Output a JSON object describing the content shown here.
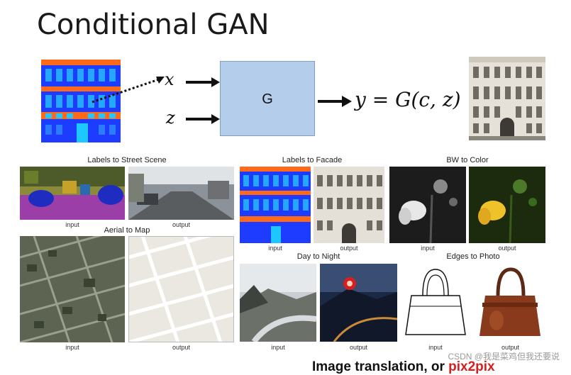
{
  "slide": {
    "title": "Conditional GAN",
    "formula_x": "x",
    "formula_z": "z",
    "generator_label": "G",
    "formula_output": "y = G(c, z)",
    "bottom_text_prefix": "Image translation, or ",
    "bottom_text_highlight": "pix2pix"
  },
  "panels": [
    {
      "caption": "Labels to Street Scene",
      "input": "input",
      "output": "output"
    },
    {
      "caption": "Labels to Facade",
      "input": "input",
      "output": "output"
    },
    {
      "caption": "BW to Color",
      "input": "input",
      "output": "output"
    },
    {
      "caption": "Aerial to Map",
      "input": "input",
      "output": "output"
    },
    {
      "caption": "Day to Night",
      "input": "input",
      "output": "output"
    },
    {
      "caption": "Edges to Photo",
      "input": "input",
      "output": "output"
    }
  ],
  "watermark": "CSDN @我是菜鸡但我还要说",
  "colors": {
    "label_blue": "#1e4cff",
    "label_orange": "#ff6a1a",
    "label_cyan": "#24c8ff",
    "g_box": "#b4cdea",
    "accent_red": "#d62020"
  }
}
